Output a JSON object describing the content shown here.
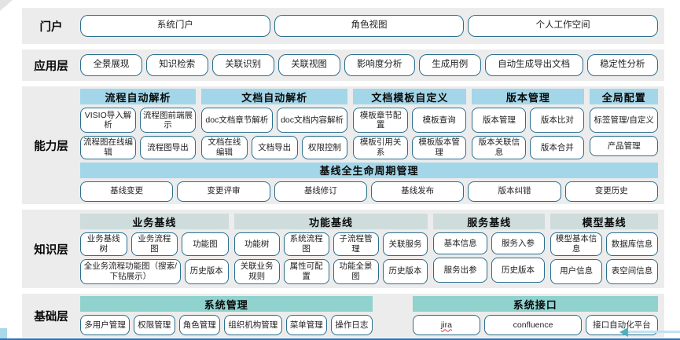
{
  "colors": {
    "band_bg": "#ececec",
    "button_border": "#2b6e8e",
    "header_blue": "#a3d6e9",
    "header_gray": "#cedcdc",
    "header_teal": "#8fd2ce",
    "bottom_line": "#2e74b5",
    "arrow_head": "#4fb0bf",
    "arrow_line": "#bfe3f2",
    "misspell_underline": "#e03434"
  },
  "layers": [
    {
      "id": "portal",
      "label": "门户",
      "sections": [
        {
          "groups": [
            {
              "name": "portal-buttons",
              "rows": [
                [
                  {
                    "label": "系统门户"
                  },
                  {
                    "label": "角色视图"
                  },
                  {
                    "label": "个人工作空间"
                  }
                ]
              ]
            }
          ]
        }
      ]
    },
    {
      "id": "app",
      "label": "应用层",
      "sections": [
        {
          "groups": [
            {
              "name": "app-buttons",
              "rows": [
                [
                  {
                    "label": "全景展现"
                  },
                  {
                    "label": "知识检索"
                  },
                  {
                    "label": "关联识别"
                  },
                  {
                    "label": "关联视图"
                  },
                  {
                    "label": "影响度分析"
                  },
                  {
                    "label": "生成用例"
                  },
                  {
                    "label": "自动生成导出文档"
                  },
                  {
                    "label": "稳定性分析"
                  }
                ]
              ]
            }
          ]
        }
      ]
    },
    {
      "id": "capability",
      "label": "能力层",
      "sections": [
        {
          "groups": [
            {
              "name": "group-process-auto-parse",
              "header": "流程自动解析",
              "header_bg": "header_blue",
              "flex": 146,
              "rows": [
                [
                  {
                    "label": "VISIO导入解析"
                  },
                  {
                    "label": "流程图前端展示"
                  }
                ],
                [
                  {
                    "label": "流程图在线编辑"
                  },
                  {
                    "label": "流程图导出"
                  }
                ]
              ]
            },
            {
              "name": "group-doc-auto-parse",
              "header": "文档自动解析",
              "header_bg": "header_blue",
              "flex": 185,
              "rows": [
                [
                  {
                    "label": "doc文档章节解析"
                  },
                  {
                    "label": "doc文档内容解析"
                  }
                ],
                [
                  {
                    "label": "文档在线编辑"
                  },
                  {
                    "label": "文档导出"
                  },
                  {
                    "label": "权限控制"
                  }
                ]
              ]
            },
            {
              "name": "group-doc-template-custom",
              "header": "文档模板自定义",
              "header_bg": "header_blue",
              "flex": 143,
              "rows": [
                [
                  {
                    "label": "模板章节配置"
                  },
                  {
                    "label": "模板查询"
                  }
                ],
                [
                  {
                    "label": "模板引用关系"
                  },
                  {
                    "label": "模板版本管理"
                  }
                ]
              ]
            },
            {
              "name": "group-version-management",
              "header": "版本管理",
              "header_bg": "header_blue",
              "flex": 142,
              "rows": [
                [
                  {
                    "label": "版本管理"
                  },
                  {
                    "label": "版本比对"
                  }
                ],
                [
                  {
                    "label": "版本关联信息"
                  },
                  {
                    "label": "版本合并"
                  }
                ]
              ]
            },
            {
              "name": "group-global-config",
              "header": "全局配置",
              "header_bg": "header_blue",
              "flex": 86,
              "rows": [
                [
                  {
                    "label": "标签管理/自定义"
                  }
                ],
                [
                  {
                    "label": "产品管理"
                  }
                ]
              ]
            }
          ]
        },
        {
          "groups": [
            {
              "name": "group-baseline-lifecycle",
              "header": "基线全生命周期管理",
              "header_bg": "header_blue",
              "flex": 1,
              "rows": [
                [
                  {
                    "label": "基线变更"
                  },
                  {
                    "label": "变更评审"
                  },
                  {
                    "label": "基线修订"
                  },
                  {
                    "label": "基线发布"
                  },
                  {
                    "label": "版本纠错"
                  },
                  {
                    "label": "变更历史"
                  }
                ]
              ]
            }
          ]
        }
      ]
    },
    {
      "id": "knowledge",
      "label": "知识层",
      "sections": [
        {
          "groups": [
            {
              "name": "group-business-baseline",
              "header": "业务基线",
              "header_bg": "header_gray",
              "flex": 189,
              "rows": [
                [
                  {
                    "label": "业务基线树"
                  },
                  {
                    "label": "业务流程图"
                  },
                  {
                    "label": "功能图"
                  }
                ],
                [
                  {
                    "label": "全业务流程功能图（搜索/下钻展示）",
                    "flex": 2.5
                  },
                  {
                    "label": "历史版本",
                    "flex": 1
                  }
                ]
              ]
            },
            {
              "name": "group-function-baseline",
              "header": "功能基线",
              "header_bg": "header_gray",
              "flex": 247,
              "rows": [
                [
                  {
                    "label": "功能树"
                  },
                  {
                    "label": "系统流程图"
                  },
                  {
                    "label": "子流程管理"
                  },
                  {
                    "label": "关联服务"
                  }
                ],
                [
                  {
                    "label": "关联业务规则"
                  },
                  {
                    "label": "属性可配置"
                  },
                  {
                    "label": "功能全景图"
                  },
                  {
                    "label": "历史版本"
                  }
                ]
              ]
            },
            {
              "name": "group-service-baseline",
              "header": "服务基线",
              "header_bg": "header_gray",
              "flex": 142,
              "rows": [
                [
                  {
                    "label": "基本信息"
                  },
                  {
                    "label": "服务入参"
                  }
                ],
                [
                  {
                    "label": "服务出参"
                  },
                  {
                    "label": "历史版本"
                  }
                ]
              ]
            },
            {
              "name": "group-model-baseline",
              "header": "模型基线",
              "header_bg": "header_gray",
              "flex": 137,
              "rows": [
                [
                  {
                    "label": "模型基本信息"
                  },
                  {
                    "label": "数据库信息"
                  }
                ],
                [
                  {
                    "label": "用户信息"
                  },
                  {
                    "label": "表空间信息"
                  }
                ]
              ]
            }
          ]
        }
      ]
    },
    {
      "id": "foundation",
      "label": "基础层",
      "sections": [
        {
          "groups": [
            {
              "name": "group-system-management",
              "header": "系统管理",
              "header_bg": "header_teal",
              "flex": 371,
              "rows": [
                [
                  {
                    "label": "多用户管理"
                  },
                  {
                    "label": "权限管理"
                  },
                  {
                    "label": "角色管理"
                  },
                  {
                    "label": "组织机构管理"
                  },
                  {
                    "label": "菜单管理"
                  },
                  {
                    "label": "操作日志"
                  }
                ]
              ]
            },
            {
              "name": "group-system-interface",
              "header": "系统接口",
              "header_bg": "header_teal",
              "flex": 312,
              "ml": 44,
              "rows": [
                [
                  {
                    "label": "jira",
                    "misspelled": true
                  },
                  {
                    "label": "confluence"
                  },
                  {
                    "label": "接口自动化平台",
                    "flex": 1.3
                  }
                ]
              ]
            }
          ]
        }
      ]
    }
  ]
}
